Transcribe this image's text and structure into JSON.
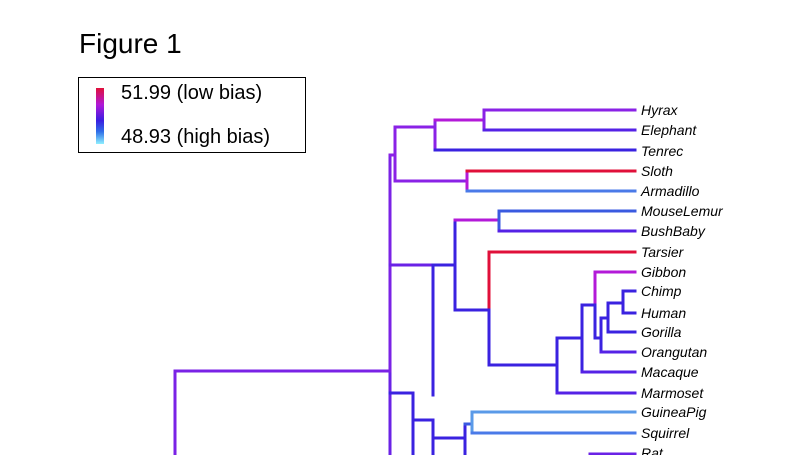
{
  "figure_title": "Figure 1",
  "legend": {
    "high_label": "51.99 (low bias)",
    "low_label": "48.93 (high bias)",
    "colors": {
      "high": "#e0103a",
      "mid": "#3a1ee0",
      "low": "#8ff0ff"
    }
  },
  "taxa": [
    "Hyrax",
    "Elephant",
    "Tenrec",
    "Sloth",
    "Armadillo",
    "MouseLemur",
    "BushBaby",
    "Tarsier",
    "Gibbon",
    "Chimp",
    "Human",
    "Gorilla",
    "Orangutan",
    "Macaque",
    "Marmoset",
    "GuineaPig",
    "Squirrel",
    "Rat"
  ]
}
